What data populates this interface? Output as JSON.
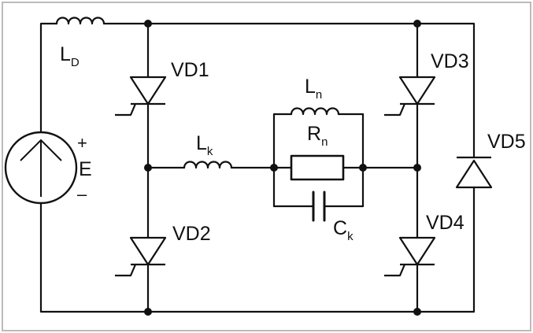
{
  "diagram": {
    "colors": {
      "stroke": "#111111",
      "frame": "#bbbbbb",
      "background": "#ffffff"
    },
    "source": {
      "name": "E",
      "plus": "+",
      "minus": "–"
    },
    "inductor_d": {
      "letter": "L",
      "sub": "D"
    },
    "inductor_k": {
      "letter": "L",
      "sub": "k"
    },
    "inductor_n": {
      "letter": "L",
      "sub": "n"
    },
    "resistor_n": {
      "letter": "R",
      "sub": "n"
    },
    "capacitor_k": {
      "letter": "C",
      "sub": "k"
    },
    "thyristors": {
      "vd1": "VD1",
      "vd2": "VD2",
      "vd3": "VD3",
      "vd4": "VD4"
    },
    "diode": {
      "vd5": "VD5"
    }
  }
}
